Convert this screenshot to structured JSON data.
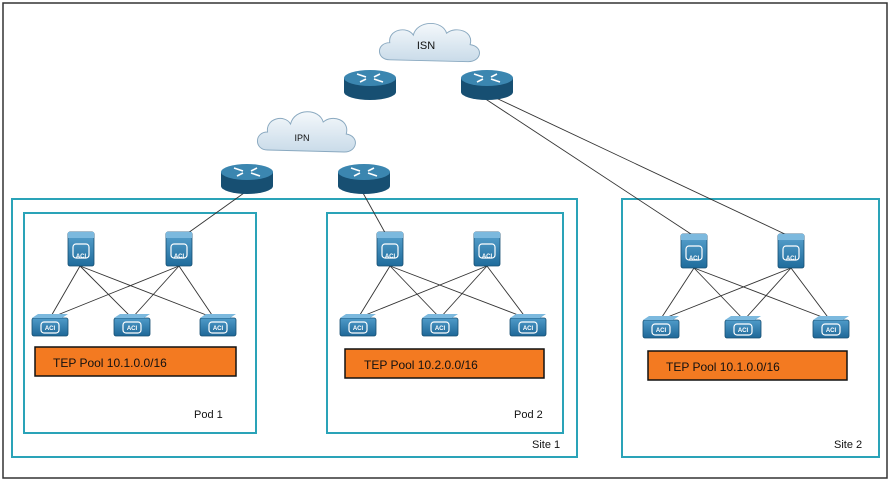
{
  "clouds": {
    "isn": "ISN",
    "ipn": "IPN"
  },
  "switch_label": "ACI",
  "site1": {
    "label": "Site 1",
    "pod1": {
      "label": "Pod 1",
      "tep": "TEP Pool 10.1.0.0/16"
    },
    "pod2": {
      "label": "Pod 2",
      "tep": "TEP Pool 10.2.0.0/16"
    }
  },
  "site2": {
    "label": "Site 2",
    "tep": "TEP Pool 10.1.0.0/16"
  },
  "colors": {
    "frame": "#2aa3b8",
    "outer_border": "#333333",
    "tep_fill": "#f37a21",
    "tep_border": "#111111",
    "router": "#1b5f85",
    "router_top": "#3b86b0",
    "switch": "#2e7fb0",
    "cloud": "#dbe8f2",
    "cloud_edge": "#8aa9c0",
    "link": "#333333"
  }
}
